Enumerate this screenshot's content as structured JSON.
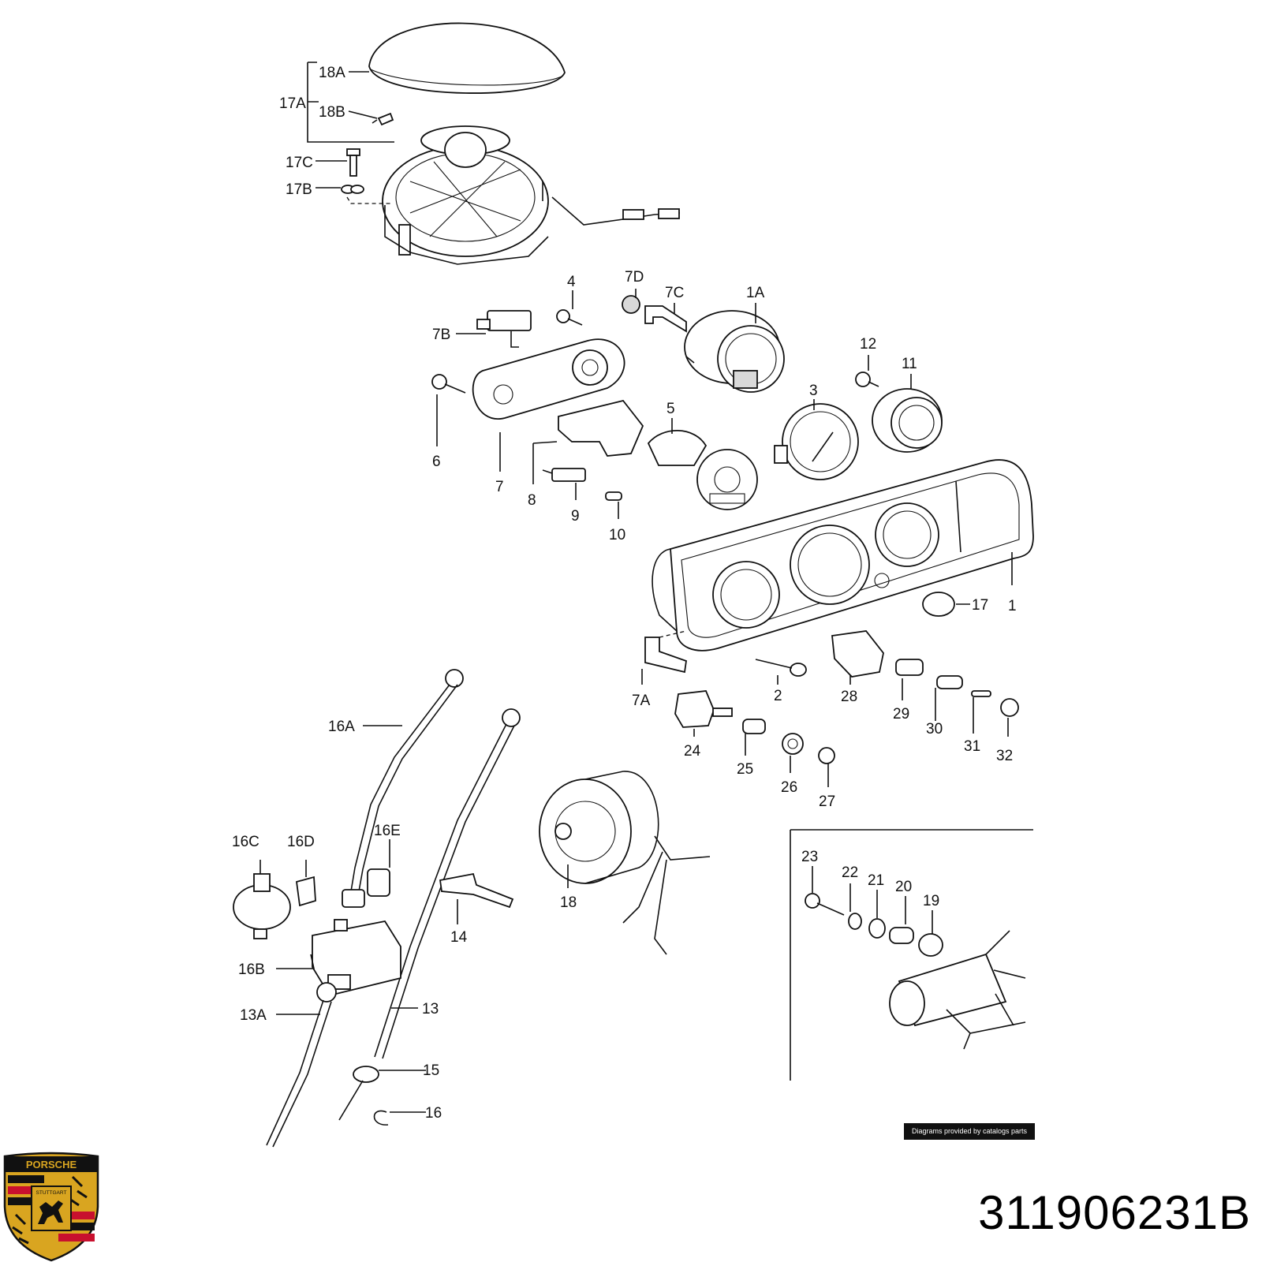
{
  "part_number": "311906231B",
  "credit": "Diagrams provided by catalogs parts",
  "brand_logo_text": [
    "PORSCHE",
    "STUTTGART"
  ],
  "labels": {
    "l18A": "18A",
    "l17A": "17A",
    "l18B": "18B",
    "l17C": "17C",
    "l17B": "17B",
    "l4": "4",
    "l7D": "7D",
    "l7C": "7C",
    "l1A": "1A",
    "l7B": "7B",
    "l12": "12",
    "l11": "11",
    "l3": "3",
    "l5": "5",
    "l6": "6",
    "l7": "7",
    "l8": "8",
    "l9": "9",
    "l10": "10",
    "l17": "17",
    "l1": "1",
    "l7A": "7A",
    "l2": "2",
    "l28": "28",
    "l29": "29",
    "l30": "30",
    "l31": "31",
    "l32": "32",
    "l24": "24",
    "l25": "25",
    "l26": "26",
    "l27": "27",
    "l16A": "16A",
    "l16C": "16C",
    "l16D": "16D",
    "l16E": "16E",
    "l14": "14",
    "l18": "18",
    "l16B": "16B",
    "l13A": "13A",
    "l13": "13",
    "l15": "15",
    "l16": "16",
    "l23": "23",
    "l22": "22",
    "l21": "21",
    "l20": "20",
    "l19": "19"
  },
  "colors": {
    "line": "#111111",
    "logo_red": "#c8102e",
    "logo_gold": "#d9a520",
    "logo_black": "#111111"
  }
}
